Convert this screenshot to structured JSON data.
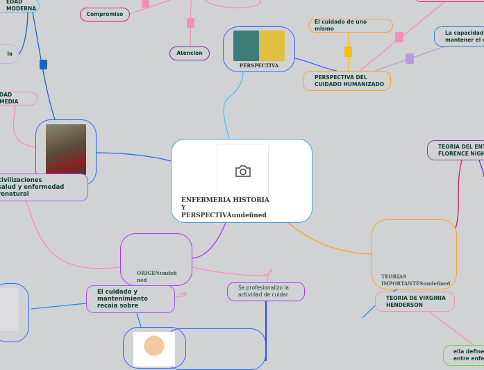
{
  "map": {
    "central": {
      "title": "ENFERMERIA HISTORIA Y PERSPECTIVAundefined",
      "icon": "camera-icon"
    },
    "nodes": {
      "edad_moderna": "EDAD MODERNA",
      "compromiso": "Compromiso",
      "atencion": "Atencion",
      "la": "la",
      "edad_media": "DAD MEDIA",
      "civilizaciones": "civilizaciones\nsalud y enfermedad\nrenatural",
      "perspectiva_img_label": "PERSPECTIVA",
      "cuidado_mismo": "El cuidado de uno mismo",
      "perspectiva_humanizado": "PERSPECTIVA DEL\nCUIDADO HUMANIZADO",
      "capacidad": "La capacidad d\nmantener el cr",
      "teoria_florence": "TEORIA DEL ENT\nFLORENCE NIGHT",
      "origen": "ORIGENundefi\nned",
      "teorias": "TEORIAS\nIMPORTANTESundefined",
      "henderson": "TEORIA DE VIRGINIA\nHENDERSON",
      "cuidado_mantenimiento": "El cuidado y\nmantenimiento\nrecaia sobre",
      "profesionalizo": "Se profesionalizo la\nactividad de cuidar",
      "ella_define": "ella define\nentre enfer"
    }
  },
  "colors": {
    "background": "#d1d2d4",
    "blue": "#2962ff",
    "purple": "#a855f7",
    "pink": "#f48fb1",
    "orange": "#f5a623",
    "crimson": "#d81b60"
  }
}
